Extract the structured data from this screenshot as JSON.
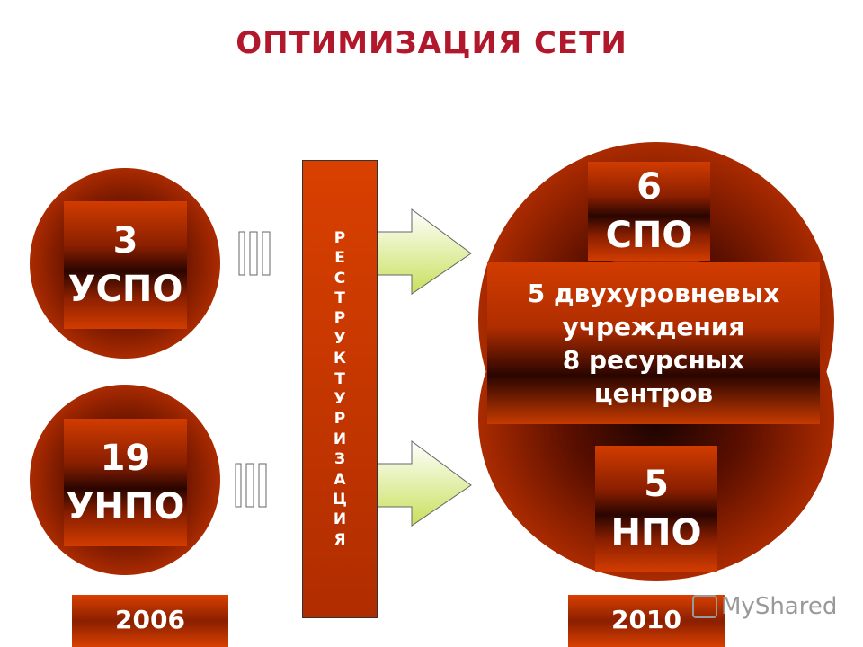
{
  "title": "ОПТИМИЗАЦИЯ СЕТИ",
  "left": {
    "top_circle": {
      "number": "3",
      "label": "УСПО"
    },
    "bottom_circle": {
      "number": "19",
      "label": "УНПО"
    },
    "year": "2006"
  },
  "restructuring_letters": [
    "Р",
    "Е",
    "С",
    "Т",
    "Р",
    "У",
    "К",
    "Т",
    "У",
    "Р",
    "И",
    "З",
    "А",
    "Ц",
    "И",
    "Я"
  ],
  "right": {
    "top_box": {
      "number": "6",
      "label": "СПО"
    },
    "middle_box": {
      "line1": "5 двухуровневых",
      "line2": "учреждения",
      "line3": "8 ресурсных",
      "line4": "центров"
    },
    "bottom_box": {
      "number": "5",
      "label": "НПО"
    },
    "year": "2010"
  },
  "watermark": "MyShared"
}
